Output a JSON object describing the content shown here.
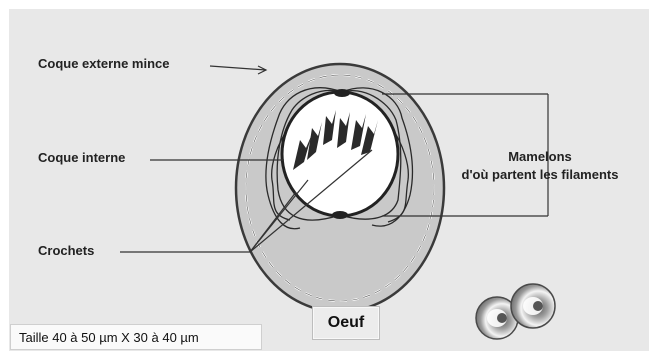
{
  "labels": {
    "outer_shell": "Coque externe mince",
    "inner_shell": "Coque interne",
    "hooks": "Crochets",
    "mamelons_line1": "Mamelons",
    "mamelons_line2": "d'où partent les filaments"
  },
  "title_box": "Oeuf",
  "size_caption": "Taille 40 à 50 µm X 30 à 40 µm",
  "colors": {
    "panel_background": "#e8e8e8",
    "outer_egg_fill": "#c9c9c9",
    "inner_fill": "#ffffff",
    "hooks": "#2a2a2a",
    "lines": "#333333"
  }
}
